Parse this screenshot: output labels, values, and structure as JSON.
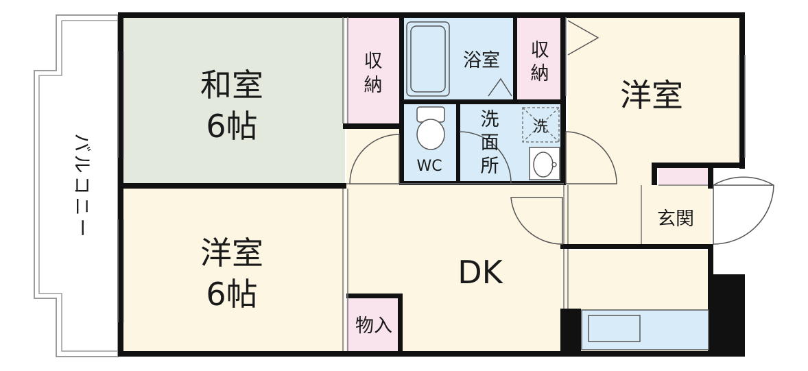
{
  "colors": {
    "wall": "#111111",
    "japanese_room": "#e3e9dc",
    "western_room": "#fdf6e3",
    "wet_area": "#d7ecf8",
    "storage": "#f9e3ec",
    "balcony_outline": "#9a9a9a"
  },
  "rooms": {
    "japanese": {
      "name": "和室",
      "size": "6帖"
    },
    "western_left": {
      "name": "洋室",
      "size": "6帖"
    },
    "western_right": {
      "name": "洋室"
    },
    "dk": {
      "name": "DK"
    },
    "bath": {
      "name": "浴室"
    },
    "wc": {
      "name": "WC"
    },
    "washroom": {
      "name": [
        "洗",
        "面",
        "所"
      ]
    },
    "washer": {
      "name": "洗"
    },
    "entrance": {
      "name": "玄関"
    },
    "storage_left": {
      "name": [
        "収",
        "納"
      ]
    },
    "storage_right": {
      "name": [
        "収",
        "納"
      ]
    },
    "closet": {
      "name": "物入"
    },
    "balcony": {
      "name": [
        "バ",
        "ル",
        "コ",
        "ニ",
        "ー"
      ]
    }
  },
  "icons": [
    "bathtub-icon",
    "toilet-icon",
    "washbasin-icon",
    "washing-machine-pan-icon",
    "kitchen-counter-icon",
    "door-swing-icon"
  ]
}
